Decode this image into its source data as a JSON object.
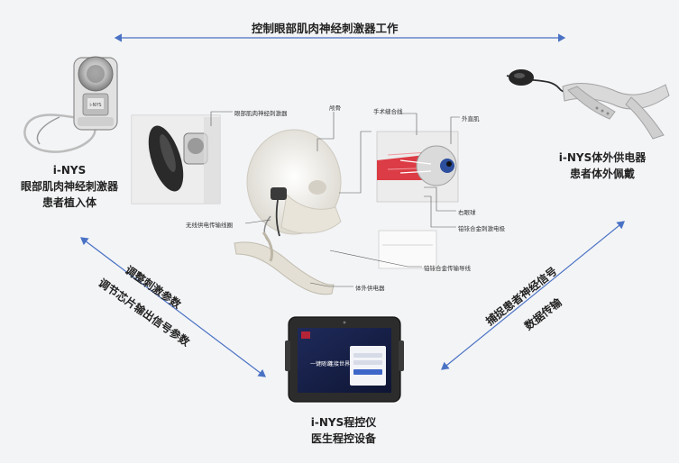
{
  "top_label": "控制眼部肌肉神经刺激器工作",
  "implant": {
    "device_mark": "i-NYS",
    "title": "i-NYS",
    "line1": "眼部肌肉神经刺激器",
    "line2": "患者植入体"
  },
  "external_device": {
    "title": "i-NYS体外供电器",
    "line2": "患者体外佩戴"
  },
  "programmer": {
    "title": "i-NYS程控仪",
    "line2": "医生程控设备",
    "screen_text_1": "一键随询",
    "screen_text_2": "连接世界"
  },
  "left_arrow_labels": {
    "line1": "调整刺激参数",
    "line2": "调节芯片输出信号参数"
  },
  "right_arrow_labels": {
    "line1": "捕捉患者神经信号",
    "line2": "数据传输"
  },
  "center_callouts": {
    "stimulator": "眼部肌肉神经刺激器",
    "skull": "颅骨",
    "suture": "手术缝合线",
    "rectus": "外直肌",
    "right_eye": "右眼球",
    "electrode": "铂铱合金刺激电极",
    "coil": "无线供电传输线圈",
    "lead": "铂铱合金传输导线",
    "power": "体外供电器"
  },
  "colors": {
    "arrow": "#4a72c4",
    "text": "#222222",
    "muscle": "#d9232e",
    "background": "#f3f4f6"
  }
}
